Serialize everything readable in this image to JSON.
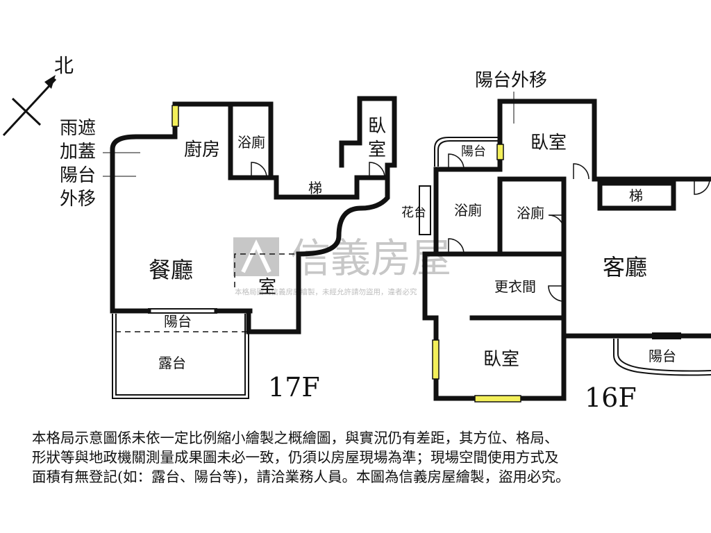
{
  "north_label": "北",
  "floor17": {
    "label": "17F",
    "annotation_lines": [
      "雨遮",
      "加蓋",
      "陽台",
      "外移"
    ],
    "rooms": {
      "kitchen": "廚房",
      "bath": "浴廁",
      "bedroom_top": "臥室",
      "bedroom_top_lines": [
        "臥",
        "室"
      ],
      "stairs": "梯",
      "dining": "餐廳",
      "room_small": "室",
      "balcony": "陽台",
      "terrace": "露台"
    }
  },
  "floor16": {
    "label": "16F",
    "annotation": "陽台外移",
    "rooms": {
      "bedroom_top": "臥室",
      "balcony_small": "陽台",
      "planter": "花台",
      "bath_left": "浴廁",
      "bath_right": "浴廁",
      "stairs": "梯",
      "living": "客廳",
      "closet": "更衣間",
      "bedroom_bottom": "臥室",
      "balcony_right": "陽台"
    }
  },
  "watermark": {
    "brand": "信義房屋",
    "notice": "本格局圖為信義房屋繪製，未經允許請勿盜用，違者必究"
  },
  "disclaimer": [
    "本格局示意圖係未依一定比例縮小繪製之概繪圖，與實況仍有差距，其方位、格局、",
    "形狀等與地政機關測量成果圖未必一致，仍須以房屋現場為準；現場空間使用方式及",
    "面積有無登記(如：露台、陽台等)，請洽業務人員。本圖為信義房屋繪製，盜用必究。"
  ],
  "colors": {
    "wall": "#111111",
    "window": "#f3ef5a",
    "watermark": "#b9b9b9"
  }
}
